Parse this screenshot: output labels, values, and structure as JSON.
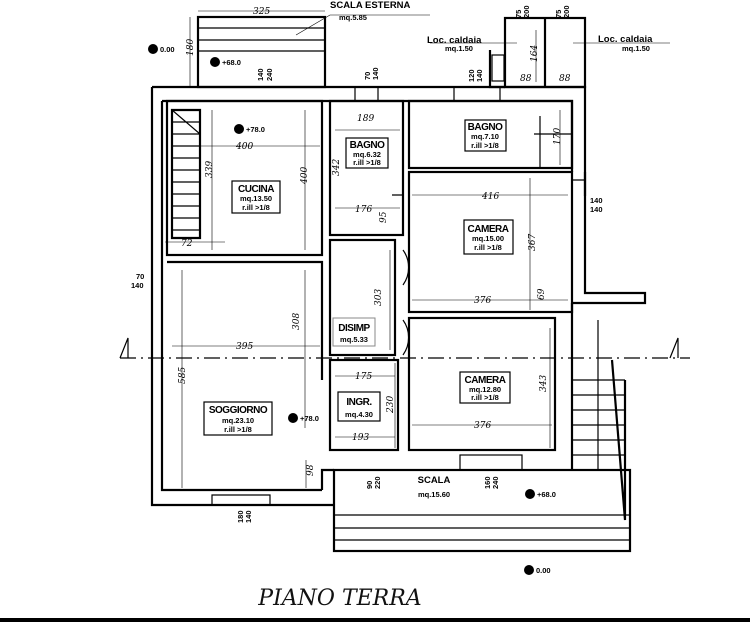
{
  "title": "PIANO TERRA",
  "rooms": {
    "cucina": {
      "name": "CUCINA",
      "area": "mq.13.50",
      "ratio": "r.ill >1/8"
    },
    "bagno1": {
      "name": "BAGNO",
      "area": "mq.6.32",
      "ratio": "r.ill >1/8"
    },
    "bagno2": {
      "name": "BAGNO",
      "area": "mq.7.10",
      "ratio": "r.ill >1/8"
    },
    "camera1": {
      "name": "CAMERA",
      "area": "mq.15.00",
      "ratio": "r.ill >1/8"
    },
    "camera2": {
      "name": "CAMERA",
      "area": "mq.12.80",
      "ratio": "r.ill >1/8"
    },
    "disimp": {
      "name": "DISIMP",
      "area": "mq.5.33"
    },
    "soggiorno": {
      "name": "SOGGIORNO",
      "area": "mq.23.10",
      "ratio": "r.ill >1/8"
    },
    "ingr": {
      "name": "INGR.",
      "area": "mq.4.30"
    },
    "scala": {
      "name": "SCALA",
      "area": "mq.15.60"
    },
    "scala_esterna": {
      "name": "SCALA  ESTERNA",
      "area": "mq.5.85"
    },
    "caldaia1": {
      "name": "Loc.  caldaia",
      "area": "mq.1.50"
    },
    "caldaia2": {
      "name": "Loc.  caldaia",
      "area": "mq.1.50"
    }
  },
  "levels": {
    "l0a": "0.00",
    "l68a": "+68.0",
    "l78a": "+78.0",
    "l78b": "+78.0",
    "l68b": "+68.0",
    "l0b": "0.00"
  },
  "dims": [
    "325",
    "180",
    "400",
    "339",
    "400",
    "72",
    "189",
    "342",
    "176",
    "95",
    "170",
    "416",
    "367",
    "69",
    "376",
    "164",
    "88",
    "88",
    "395",
    "585",
    "308",
    "303",
    "175",
    "230",
    "193",
    "98",
    "343",
    "376"
  ],
  "openings": [
    "140",
    "240",
    "70",
    "140",
    "120",
    "140",
    "75",
    "200",
    "75",
    "200",
    "140",
    "140",
    "70",
    "140",
    "180",
    "140",
    "90",
    "220",
    "160",
    "240"
  ]
}
